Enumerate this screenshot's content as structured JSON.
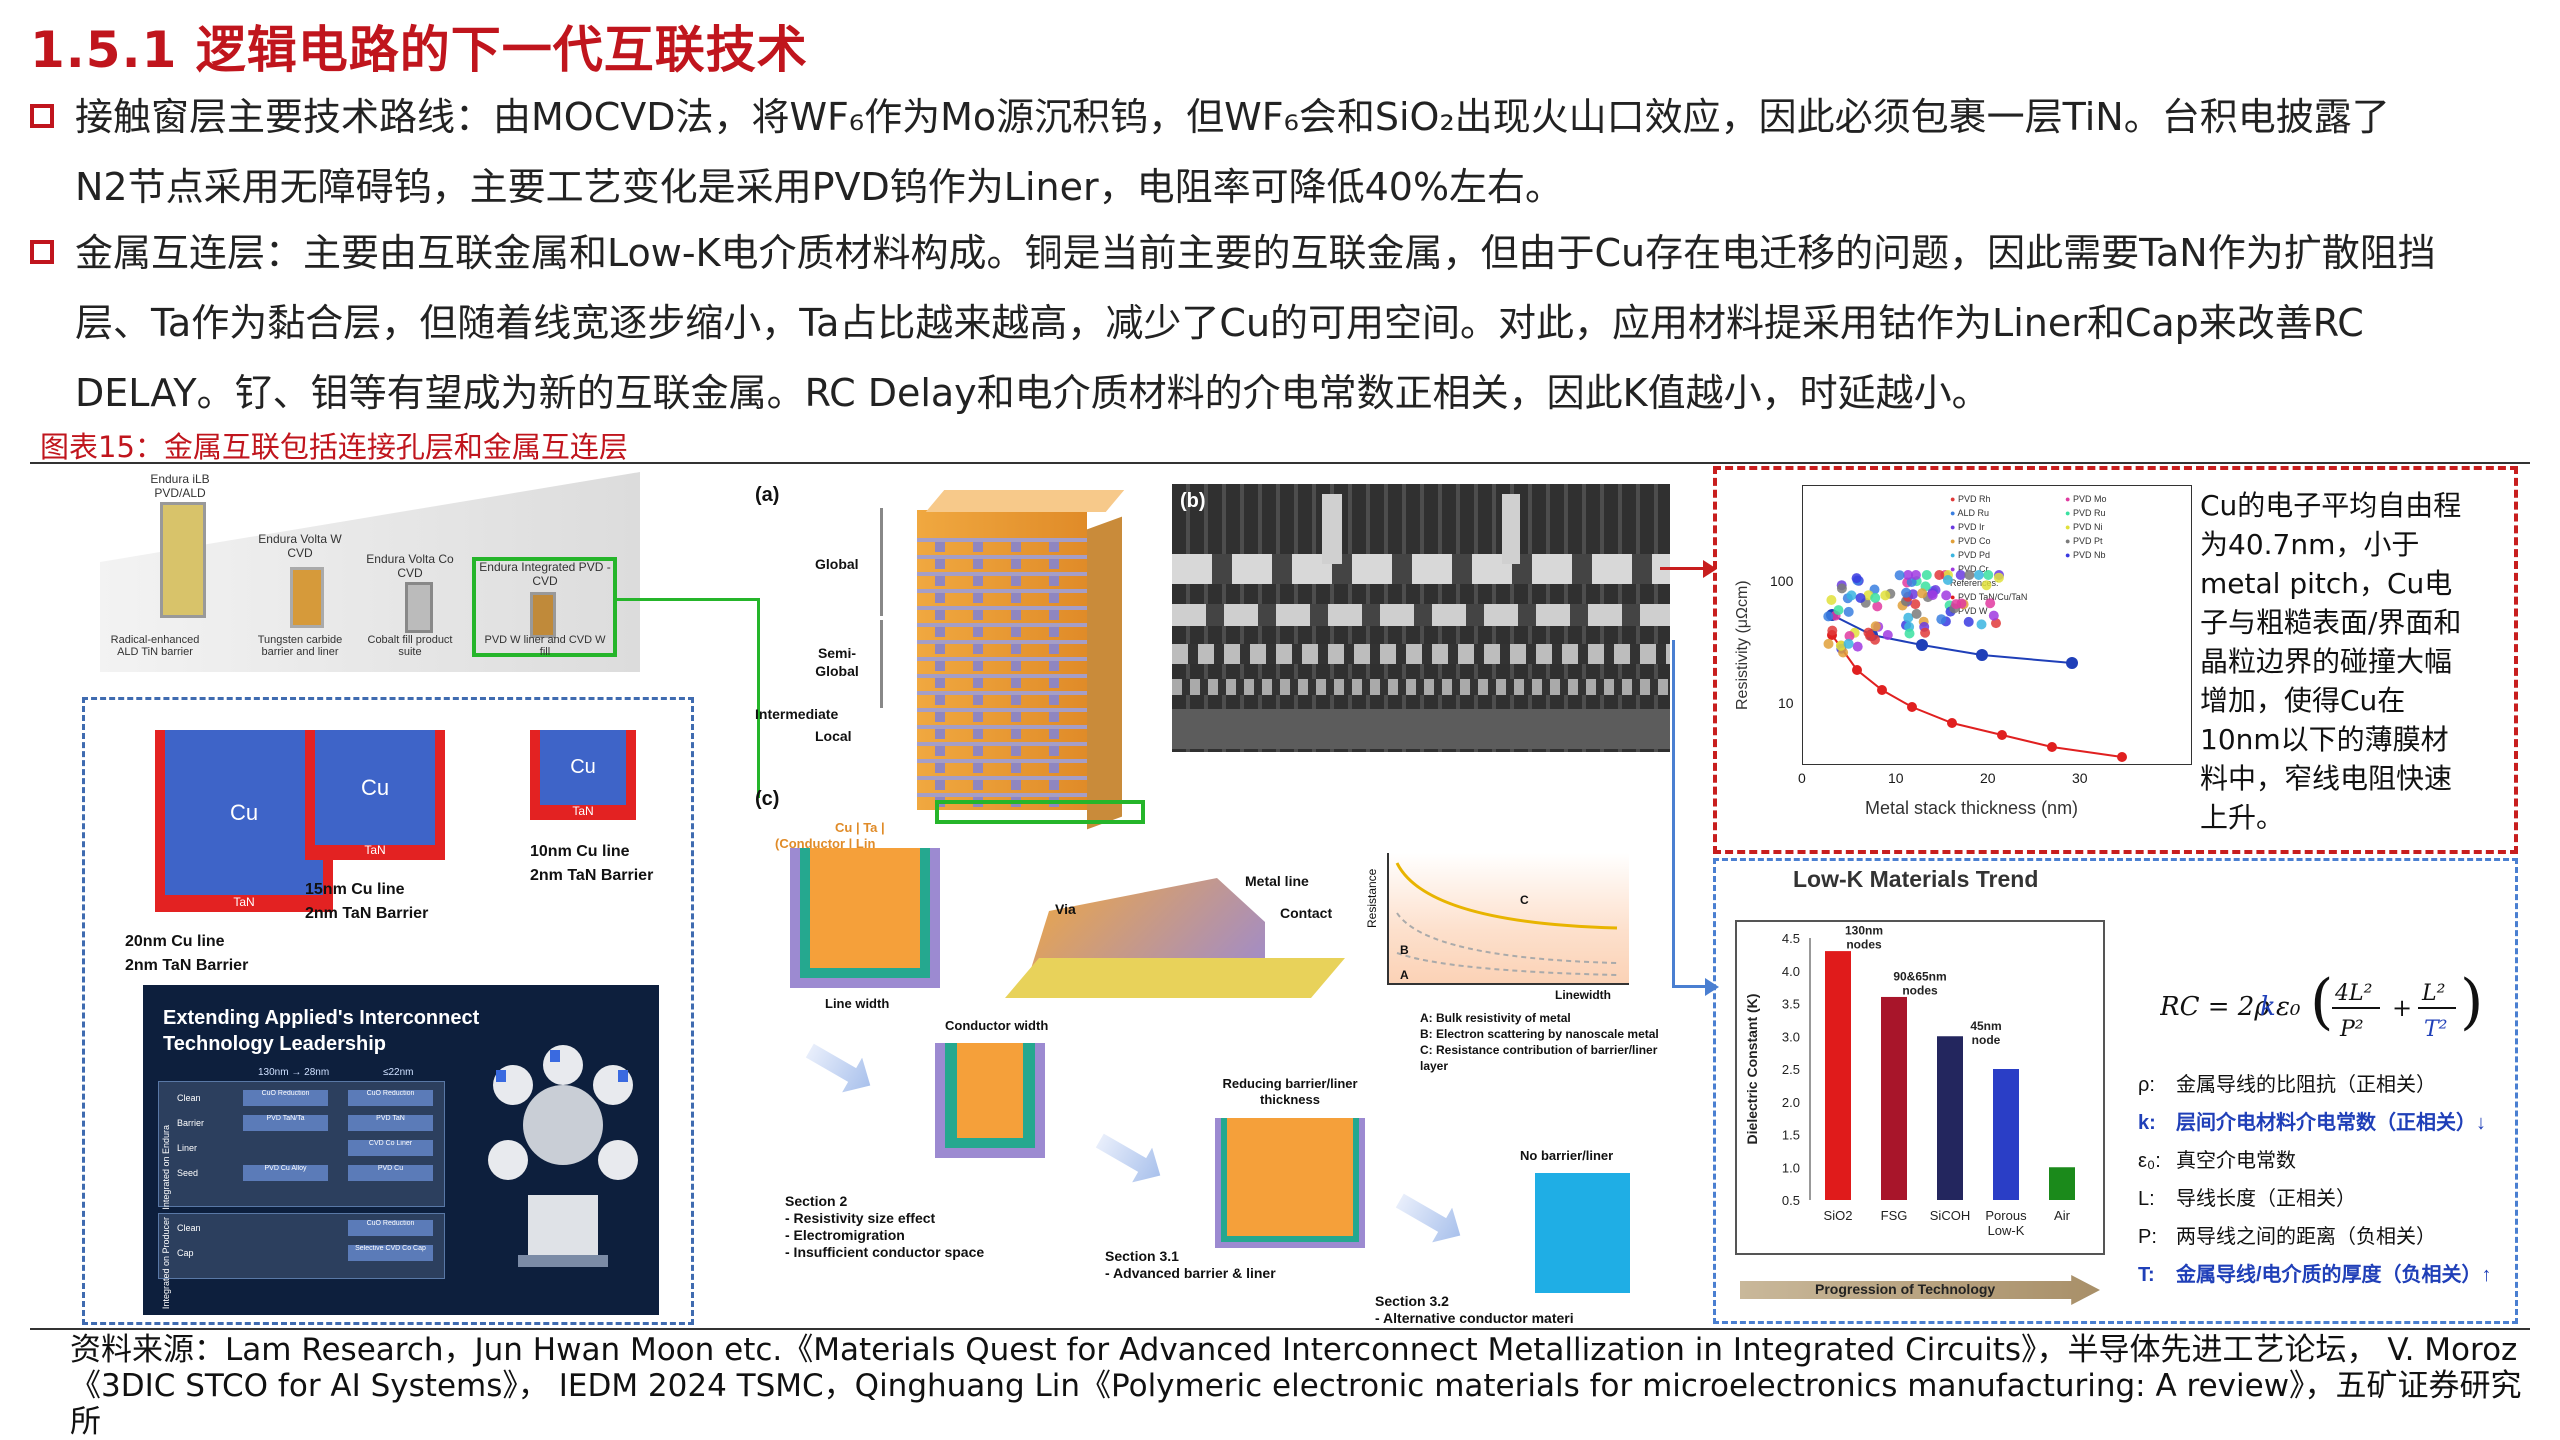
{
  "title": "1.5.1 逻辑电路的下一代互联技术",
  "bullets": [
    {
      "lines": [
        "接触窗层主要技术路线：由MOCVD法，将WF₆作为Mo源沉积钨，但WF₆会和SiO₂出现火山口效应，因此必须包裹一层TiN。台积电披露了",
        "N2节点采用无障碍钨，主要工艺变化是采用PVD钨作为Liner，电阻率可降低40%左右。"
      ]
    },
    {
      "lines": [
        "金属互连层：主要由互联金属和Low-K电介质材料构成。铜是当前主要的互联金属，但由于Cu存在电迁移的问题，因此需要TaN作为扩散阻挡",
        "层、Ta作为黏合层，但随着线宽逐步缩小，Ta占比越来越高，减少了Cu的可用空间。对此，应用材料提采用钴作为Liner和Cap来改善RC",
        "DELAY。钌、钼等有望成为新的互联金属。RC  Delay和电介质材料的介电常数正相关，因此K值越小，时延越小。"
      ]
    }
  ],
  "figure_caption": "图表15：金属互联包括连接孔层和金属互连层",
  "left_panel": {
    "steps": [
      "Endura iLB PVD/ALD",
      "Endura Volta W CVD",
      "Endura Volta Co CVD",
      "Endura Integrated PVD - CVD"
    ],
    "step_descs": [
      "Radical-enhanced ALD TiN barrier",
      "Tungsten carbide barrier and liner",
      "Cobalt fill product suite",
      "PVD W liner and CVD W fill"
    ],
    "cu_label": "Cu",
    "tan_label": "TaN",
    "lines": [
      {
        "l1": "20nm Cu line",
        "l2": "2nm TaN Barrier"
      },
      {
        "l1": "15nm Cu line",
        "l2": "2nm TaN Barrier"
      },
      {
        "l1": "10nm Cu line",
        "l2": "2nm TaN Barrier"
      }
    ],
    "applied_title": "Extending Applied's Interconnect Technology Leadership",
    "applied_nodes": [
      "130nm → 28nm",
      "≤22nm"
    ],
    "applied_rows": [
      {
        "name": "Clean",
        "a": "CuO Reduction",
        "b": "CuO Reduction"
      },
      {
        "name": "Barrier",
        "a": "PVD TaN/Ta",
        "b": "PVD TaN"
      },
      {
        "name": "Liner",
        "a": "",
        "b": "CVD Co Liner"
      },
      {
        "name": "Seed",
        "a": "PVD Cu Alloy",
        "b": "PVD Cu"
      },
      {
        "name": "Clean",
        "a": "",
        "b": "CuO Reduction"
      },
      {
        "name": "Cap",
        "a": "",
        "b": "Selective CVD Co Cap"
      }
    ],
    "side_labels": [
      "Integrated on Endura",
      "Integrated on Producer"
    ]
  },
  "mid_panel": {
    "a_label": "(a)",
    "b_label": "(b)",
    "c_label": "(c)",
    "levels": [
      "Global",
      "Semi-Global",
      "Intermediate",
      "Local"
    ],
    "cu_ta_label": "Cu | Ta |",
    "conductor_label": "(Conductor | Lin",
    "line_width": "Line width",
    "metal_line": "Metal line",
    "via": "Via",
    "contact": "Contact",
    "resistance_axis": "Resistance",
    "linewidth_axis": "Linewidth",
    "regions": [
      "C",
      "B",
      "A"
    ],
    "abc_notes": [
      "A:  Bulk resistivity of metal",
      "B:  Electron scattering by nanoscale metal",
      "C:  Resistance contribution of barrier/liner layer"
    ],
    "conductor_width": "Conductor width",
    "reducing": "Reducing barrier/liner thickness",
    "no_barrier": "No barrier/liner",
    "section2_title": "Section 2",
    "section2_items": [
      "- Resistivity size effect",
      "- Electromigration",
      "- Insufficient conductor space"
    ],
    "section31_title": "Section 3.1",
    "section31_item": "- Advanced barrier & liner",
    "section32_title": "Section 3.2",
    "section32_item": "- Alternative conductor materi"
  },
  "resistivity_chart": {
    "legend_left": [
      "PVD Rh",
      "ALD Ru",
      "PVD Ir",
      "PVD Co",
      "PVD Pd",
      "PVD Cr"
    ],
    "legend_right": [
      "PVD Mo",
      "PVD Ru",
      "PVD Ni",
      "PVD Pt",
      "PVD Nb"
    ],
    "references_label": "References:",
    "references": [
      "PVD TaN/Cu/TaN",
      "PVD W"
    ],
    "ylabel": "Resistivity (μΩcm)",
    "xlabel": "Metal stack thickness (nm)",
    "yticks": [
      "100",
      "10"
    ],
    "xticks": [
      "0",
      "10",
      "20",
      "30"
    ]
  },
  "cu_note": "Cu的电子平均自由程为40.7nm，小于metal pitch，Cu电子与粗糙表面/界面和晶粒边界的碰撞大幅增加，使得Cu在10nm以下的薄膜材料中，窄线电阻快速上升。",
  "chart_data": {
    "type": "bar",
    "title": "Low-K Materials Trend",
    "ylabel": "Dielectric Constant (K)",
    "xlabel": "Progression of Technology",
    "categories": [
      "SiO2",
      "FSG",
      "SiCOH",
      "Porous Low-K",
      "Air"
    ],
    "values": [
      4.3,
      3.6,
      3.0,
      2.5,
      1.0
    ],
    "colors": [
      "#e01b1b",
      "#a8152a",
      "#23265e",
      "#2a3ec6",
      "#1b8a1b"
    ],
    "ylim": [
      0.5,
      4.5
    ],
    "yticks": [
      "4.5",
      "4.0",
      "3.5",
      "3.0",
      "2.5",
      "2.0",
      "1.5",
      "1.0",
      "0.5"
    ],
    "annotations": [
      "130nm nodes",
      "90&65nm nodes",
      "45nm node"
    ]
  },
  "formula": {
    "text": "RC = 2ρkε₀(4L²/P² + L²/T²)",
    "defs": [
      {
        "sym": "ρ:",
        "desc": "金属导线的比阻抗（正相关）",
        "color": "#111111"
      },
      {
        "sym": "k:",
        "desc": "层间介电材料介电常数（正相关）↓",
        "color": "#1f3fb8"
      },
      {
        "sym": "ε₀:",
        "desc": "真空介电常数",
        "color": "#111111"
      },
      {
        "sym": "L:",
        "desc": "导线长度（正相关）",
        "color": "#111111"
      },
      {
        "sym": "P:",
        "desc": "两导线之间的距离（负相关）",
        "color": "#111111"
      },
      {
        "sym": "T:",
        "desc": "金属导线/电介质的厚度（负相关）↑",
        "color": "#1f3fb8"
      }
    ]
  },
  "source": "资料来源：Lam Research，Jun Hwan Moon etc.《Materials Quest for Advanced Interconnect Metallization in Integrated Circuits》，半导体先进工艺论坛， V. Moroz《3DIC STCO for AI Systems》， IEDM 2024 TSMC，Qinghuang Lin《Polymeric electronic materials for microelectronics manufacturing: A review》，五矿证券研究所"
}
